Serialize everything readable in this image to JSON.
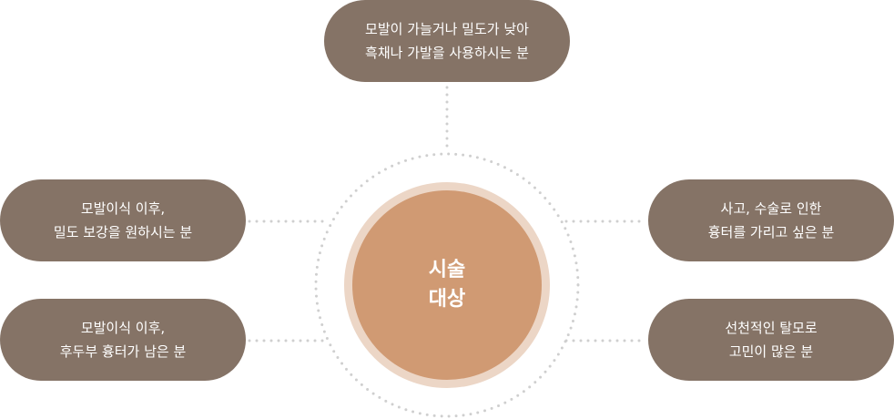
{
  "center": {
    "line1": "시술",
    "line2": "대상"
  },
  "nodes": {
    "top": {
      "line1": "모발이 가늘거나 밀도가 낮아",
      "line2": "흑채나 가발을 사용하시는 분"
    },
    "upper_left": {
      "line1": "모발이식 이후,",
      "line2": "밀도 보강을 원하시는 분"
    },
    "lower_left": {
      "line1": "모발이식 이후,",
      "line2": "후두부 흉터가 남은 분"
    },
    "upper_right": {
      "line1": "사고, 수술로 인한",
      "line2": "흉터를 가리고 싶은 분"
    },
    "lower_right": {
      "line1": "선천적인 탈모로",
      "line2": "고민이 많은 분"
    }
  },
  "colors": {
    "pill": "#857366",
    "center_core": "#d09a73",
    "center_ring": "#ecd6c6",
    "dots": "#cfcfcf"
  }
}
